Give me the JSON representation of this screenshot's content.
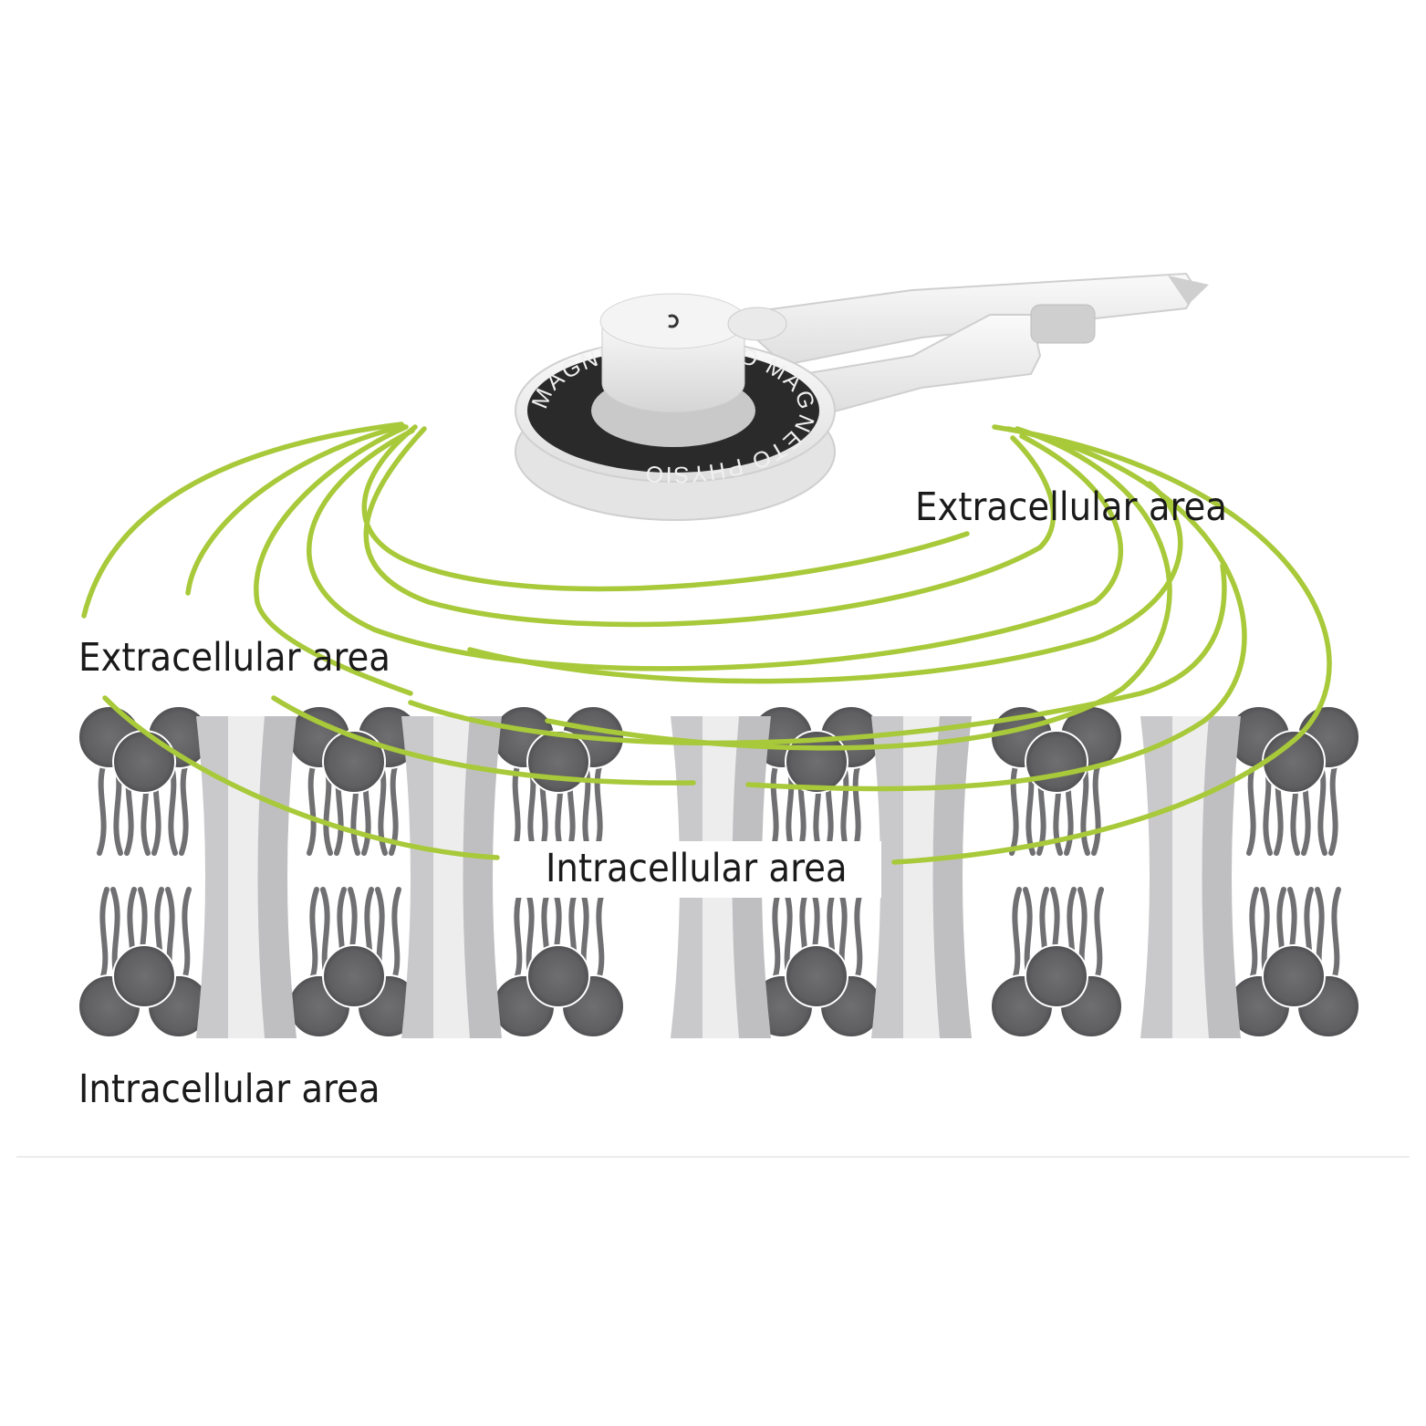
{
  "labels": {
    "extracellular_top": "Extracellular area",
    "extracellular_left": "Extracellular area",
    "intracellular_center": "Intracellular area",
    "intracellular_bottom": "Intracellular area"
  },
  "device": {
    "ring_text": "MAGNETO PHYSIO MAGNETO PHYSIO"
  },
  "colors": {
    "field_lines": "#a8c93a",
    "phospholipid_head": "#6b6b6d",
    "protein_channel": "#c8c8ca",
    "device_body": "#efefef",
    "device_ring": "#2a2a2a"
  }
}
